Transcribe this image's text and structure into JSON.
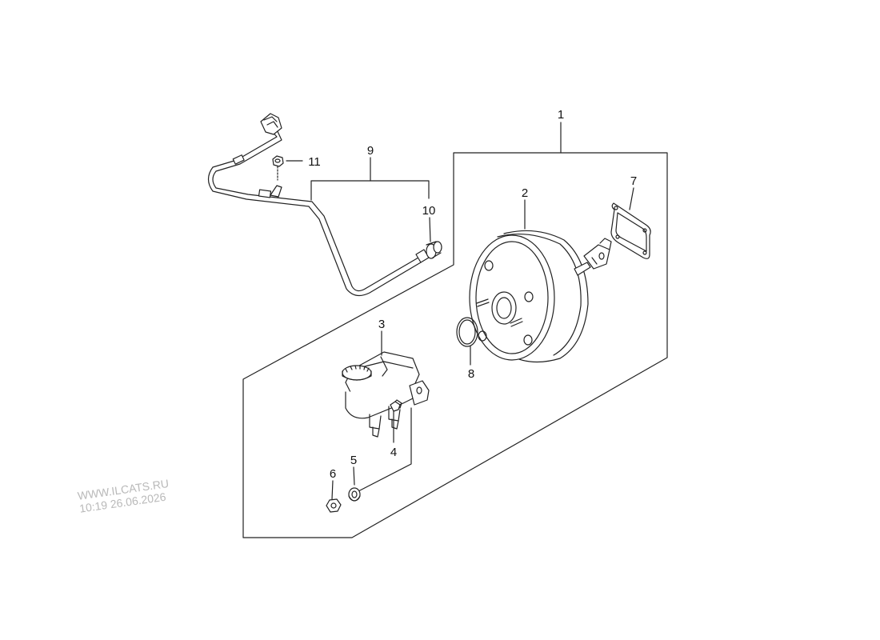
{
  "diagram": {
    "callouts": [
      {
        "id": "1",
        "label": "1"
      },
      {
        "id": "2",
        "label": "2"
      },
      {
        "id": "3",
        "label": "3"
      },
      {
        "id": "4",
        "label": "4"
      },
      {
        "id": "5",
        "label": "5"
      },
      {
        "id": "6",
        "label": "6"
      },
      {
        "id": "7",
        "label": "7"
      },
      {
        "id": "8",
        "label": "8"
      },
      {
        "id": "9",
        "label": "9"
      },
      {
        "id": "10",
        "label": "10"
      },
      {
        "id": "11",
        "label": "11"
      }
    ],
    "watermark": {
      "site": "WWW.ILCATS.RU",
      "timestamp": "10:19 26.06.2026"
    }
  }
}
